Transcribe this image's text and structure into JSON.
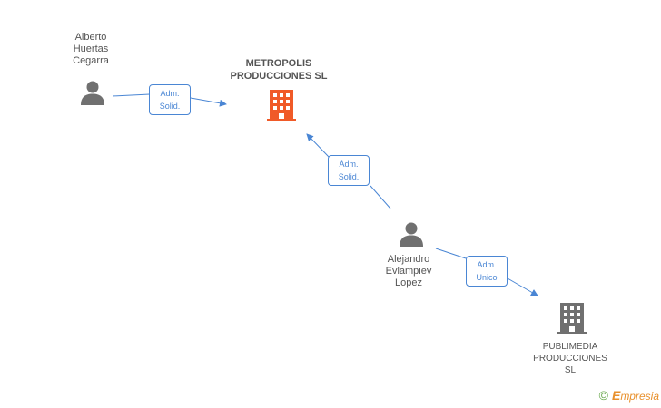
{
  "nodes": {
    "person_1": {
      "label_lines": [
        "Alberto",
        "Huertas",
        "Cegarra"
      ]
    },
    "company_1": {
      "title_lines": [
        "METROPOLIS",
        "PRODUCCIONES SL"
      ],
      "color": "#f05a28"
    },
    "person_2": {
      "label_lines": [
        "Alejandro",
        "Evlampiev",
        "Lopez"
      ]
    },
    "company_2": {
      "label_lines": [
        "PUBLIMEDIA",
        "PRODUCCIONES",
        "SL"
      ],
      "color": "#707070"
    }
  },
  "roles": {
    "role_1": {
      "lines": [
        "Adm.",
        "Solid."
      ]
    },
    "role_2": {
      "lines": [
        "Adm.",
        "Solid."
      ]
    },
    "role_3": {
      "lines": [
        "Adm.",
        "Unico"
      ]
    }
  },
  "colors": {
    "edge": "#4a86d4",
    "person_icon": "#707070",
    "text": "#555555"
  },
  "footer": {
    "copyright": "©",
    "brand_initial": "E",
    "brand_rest": "mpresia"
  }
}
